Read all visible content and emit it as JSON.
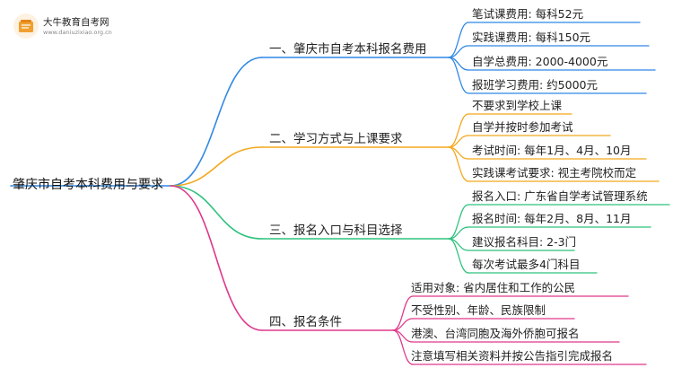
{
  "logo": {
    "name": "大牛教育自考网",
    "url": "www.daniuzixiao.org.cn"
  },
  "colors": {
    "branch1": "#2f87e6",
    "branch2": "#f3a81c",
    "branch3": "#2ec27e",
    "branch4": "#e0388b",
    "root_line": "#2f87e6"
  },
  "root": "肇庆市自考本科费用与要求",
  "branches": [
    {
      "label": "一、肇庆市自考本科报名费用",
      "leaves": [
        "笔试课费用: 每科52元",
        "实践课费用: 每科150元",
        "自学总费用: 2000-4000元",
        "报班学习费用: 约5000元"
      ]
    },
    {
      "label": "二、学习方式与上课要求",
      "leaves": [
        "不要求到学校上课",
        "自学并按时参加考试",
        "考试时间: 每年1月、4月、10月",
        "实践课考试要求: 视主考院校而定"
      ]
    },
    {
      "label": "三、报名入口与科目选择",
      "leaves": [
        "报名入口: 广东省自学考试管理系统",
        "报名时间: 每年2月、8月、11月",
        "建议报名科目: 2-3门",
        "每次考试最多4门科目"
      ]
    },
    {
      "label": "四、报名条件",
      "leaves": [
        "适用对象: 省内居住和工作的公民",
        "不受性别、年龄、民族限制",
        "港澳、台湾同胞及海外侨胞可报名",
        "注意填写相关资料并按公告指引完成报名"
      ]
    }
  ]
}
